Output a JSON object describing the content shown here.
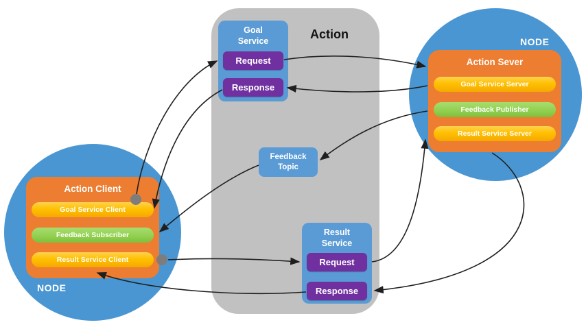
{
  "action_panel": {
    "title": "Action"
  },
  "goal_service": {
    "title": "Goal Service",
    "request_label": "Request",
    "response_label": "Response"
  },
  "feedback_topic": {
    "title": "Feedback Topic"
  },
  "result_service": {
    "title": "Result Service",
    "request_label": "Request",
    "response_label": "Response"
  },
  "client_node": {
    "node_label": "NODE",
    "title": "Action Client",
    "items": [
      {
        "label": "Goal Service Client",
        "color": "#ffc000"
      },
      {
        "label": "Feedback Subscriber",
        "color": "#92d050"
      },
      {
        "label": "Result Service Client",
        "color": "#ffc000"
      }
    ]
  },
  "server_node": {
    "node_label": "NODE",
    "title": "Action Sever",
    "items": [
      {
        "label": "Goal Service Server",
        "color": "#ffc000"
      },
      {
        "label": "Feedback Publisher",
        "color": "#92d050"
      },
      {
        "label": "Result Service Server",
        "color": "#ffc000"
      }
    ]
  },
  "colors": {
    "node_circle": "#4a96d2",
    "service_box": "#5b9bd5",
    "button_purple": "#7030a0",
    "panel_gray": "#c1c1c1",
    "client_server_box_orange": "#ed7d31",
    "pill_yellow": "#ffc000",
    "pill_green": "#92d050",
    "connector_dot": "#7d7d7d",
    "arrow": "#1f1f1f"
  }
}
